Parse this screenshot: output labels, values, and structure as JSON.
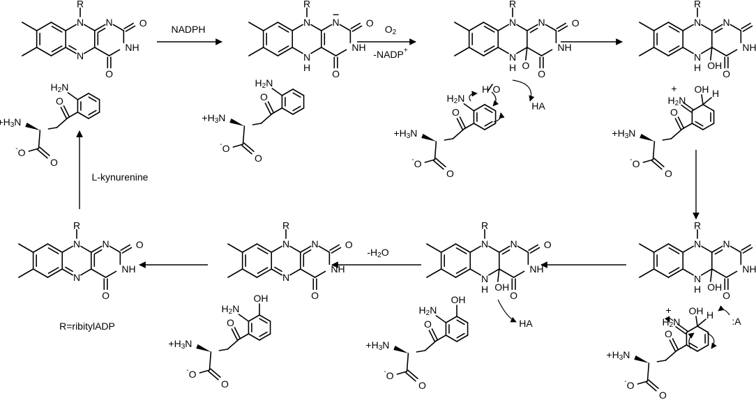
{
  "atoms": {
    "N": "N",
    "NH": "NH",
    "R": "R",
    "O": "O",
    "H": "H",
    "OH": "OH",
    "H2N": "H",
    "H2N_sub": "2",
    "H2N_N": "N",
    "H3N_plus": "+H",
    "H3N_sub": "3",
    "H3N_N": "N",
    "carboxylate_minus": "-",
    "carboxylate_O": "O",
    "plus": "+",
    "HA": "HA",
    "A": ":A"
  },
  "labels": {
    "step1": "NADPH",
    "step2_o2": "O",
    "step2_o2_sub": "2",
    "step2_nadp": "-NADP",
    "step2_nadp_sup": "+",
    "dehydration": "-H",
    "dehydration_sub": "2",
    "dehydration_tail": "O",
    "substrate": "L-kynurenine",
    "r_definition": "R=ribitylADP"
  },
  "intermediates": [
    {
      "id": "oxidized-flavin-kynurenine"
    },
    {
      "id": "reduced-flavin-kynurenine"
    },
    {
      "id": "peroxyflavin-attack"
    },
    {
      "id": "hydroxyflavin-cation"
    },
    {
      "id": "rearomatization"
    },
    {
      "id": "hydroxyflavin-3-hydroxykynurenine"
    },
    {
      "id": "flavin-product"
    },
    {
      "id": "regenerated-flavin"
    }
  ]
}
